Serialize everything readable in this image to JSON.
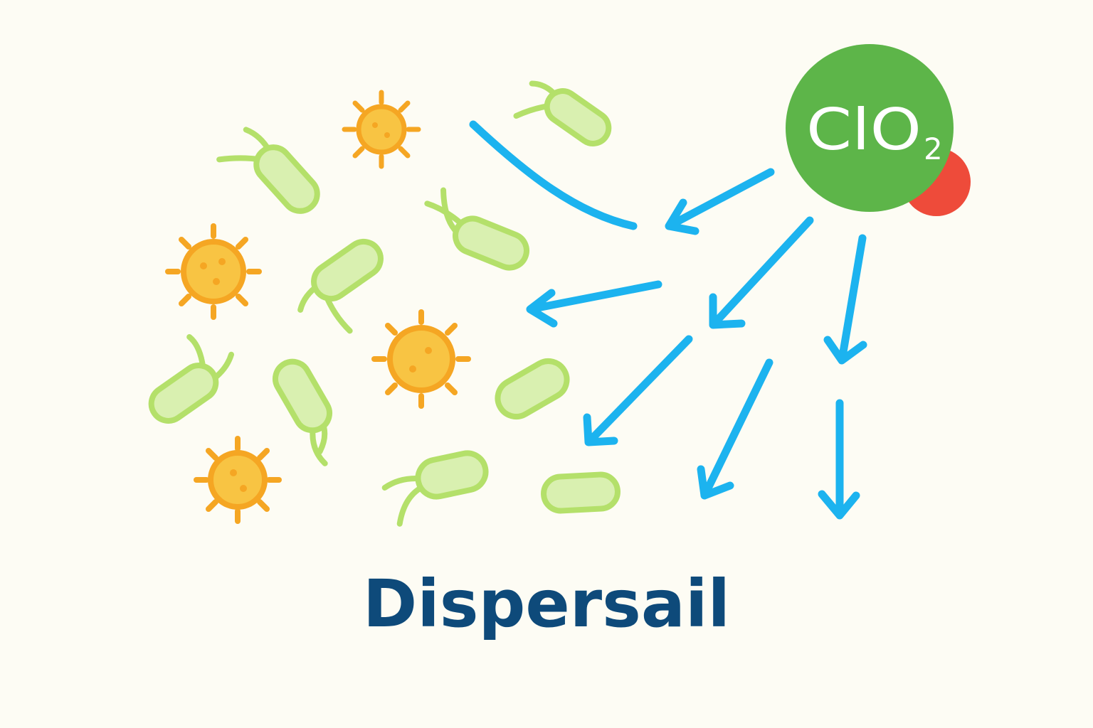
{
  "molecule": {
    "element": "ClO",
    "subscript": "2"
  },
  "title": "Dispersail",
  "colors": {
    "background": "#fdfcf4",
    "molecule_main": "#5db549",
    "molecule_secondary": "#ee4b3a",
    "arrow": "#1cb3ef",
    "bacteria_fill": "#d9f0b0",
    "bacteria_stroke": "#a9dc5a",
    "virus": "#f5a623",
    "virus_core": "#f8c443",
    "title": "#0e4a7a"
  },
  "icons": [
    "chlorine-dioxide-molecule-icon",
    "dispersal-arrow-icon",
    "bacterium-icon",
    "virus-icon"
  ]
}
